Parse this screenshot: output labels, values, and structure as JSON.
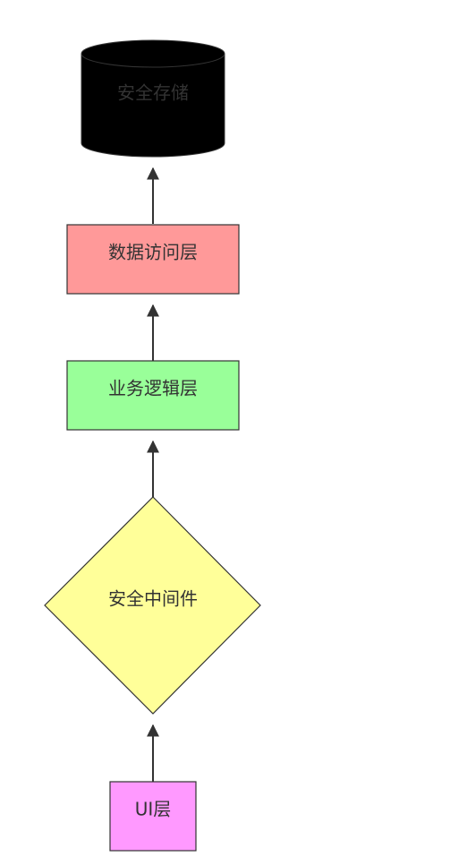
{
  "diagram": {
    "nodes": {
      "storage": {
        "label": "安全存储",
        "shape": "cylinder",
        "fill": "#000000"
      },
      "data_access": {
        "label": "数据访问层",
        "shape": "rect",
        "fill": "#ff9999"
      },
      "business": {
        "label": "业务逻辑层",
        "shape": "rect",
        "fill": "#99ff99"
      },
      "middleware": {
        "label": "安全中间件",
        "shape": "diamond",
        "fill": "#ffff99"
      },
      "ui": {
        "label": "UI层",
        "shape": "rect",
        "fill": "#ff99ff"
      }
    },
    "edges": [
      {
        "from": "ui",
        "to": "middleware"
      },
      {
        "from": "middleware",
        "to": "business"
      },
      {
        "from": "business",
        "to": "data_access"
      },
      {
        "from": "data_access",
        "to": "storage"
      }
    ],
    "colors": {
      "stroke": "#333333",
      "text": "#333333",
      "arrow": "#333333"
    }
  }
}
